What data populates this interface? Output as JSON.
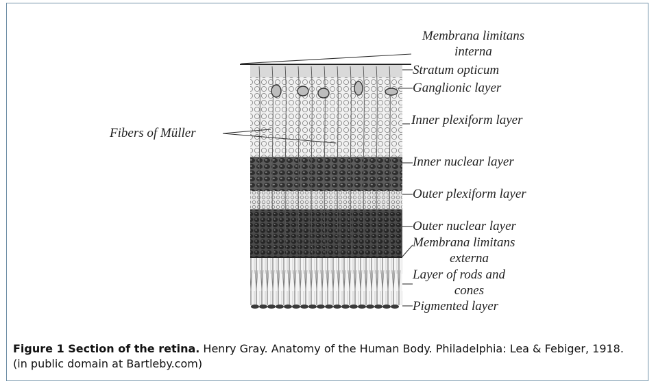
{
  "figure": {
    "labels": {
      "membrana_interna_l1": "Membrana limitans",
      "membrana_interna_l2": "interna",
      "stratum_opticum": "Stratum opticum",
      "ganglionic": "Ganglionic layer",
      "inner_plexiform": "Inner plexiform layer",
      "fibers_muller": "Fibers of Müller",
      "inner_nuclear": "Inner nuclear layer",
      "outer_plexiform": "Outer plexiform layer",
      "outer_nuclear": "Outer nuclear layer",
      "membrana_externa_l1": "Membrana limitans",
      "membrana_externa_l2": "externa",
      "rods_cones_l1": "Layer of rods and",
      "rods_cones_l2": "cones",
      "pigmented": "Pigmented layer"
    }
  },
  "caption": {
    "bold": "Figure 1 Section of the retina.",
    "text": " Henry Gray. Anatomy of the Human Body. Philadelphia: Lea & Febiger, 1918. (in public domain at Bartleby.com)"
  },
  "colors": {
    "border": "#6f8fa6",
    "ink": "#222222"
  }
}
